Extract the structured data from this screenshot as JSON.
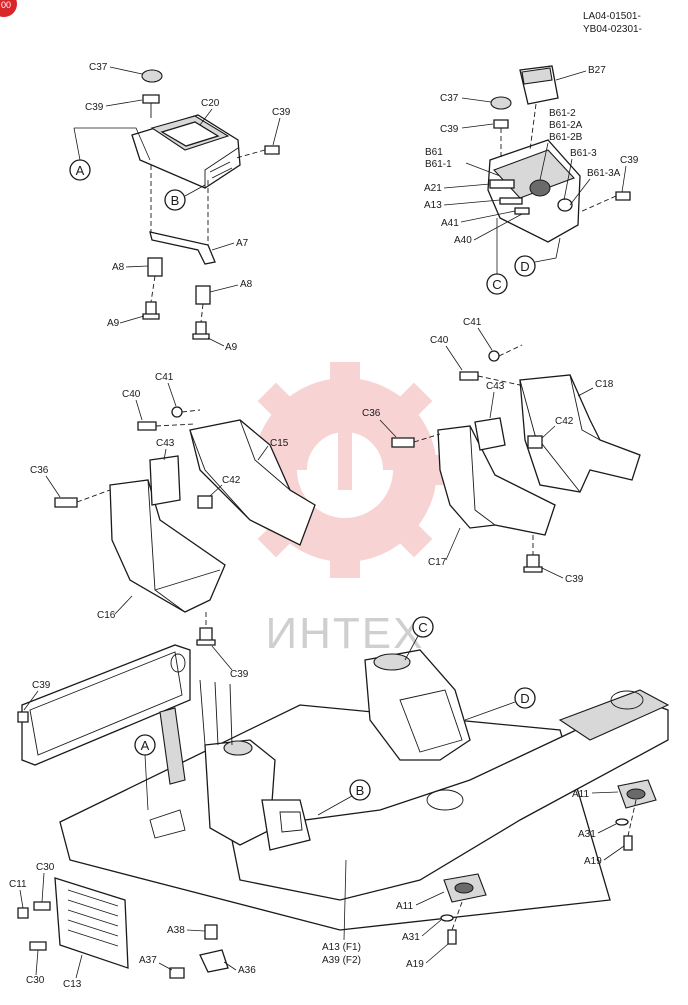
{
  "header": {
    "line1": "LA04-01501-",
    "line2": "YB04-02301-"
  },
  "watermark": {
    "text": "ИНТЕХ",
    "color": "#e23a3a"
  },
  "badge": {
    "text": "00",
    "color": "#d9262b"
  },
  "refs": {
    "A": "A",
    "B": "B",
    "C": "C",
    "D": "D"
  },
  "labels": {
    "C37": "C37",
    "C39": "C39",
    "C20": "C20",
    "A7": "A7",
    "A8": "A8",
    "A9": "A9",
    "B27": "B27",
    "B61_2": "B61-2",
    "B61_2A": "B61-2A",
    "B61_2B": "B61-2B",
    "B61": "B61",
    "B61_1": "B61-1",
    "B61_3": "B61-3",
    "B61_3A": "B61-3A",
    "A21": "A21",
    "A13": "A13",
    "A41": "A41",
    "A40": "A40",
    "C41": "C41",
    "C40": "C40",
    "C43": "C43",
    "C15": "C15",
    "C36": "C36",
    "C42": "C42",
    "C16": "C16",
    "C18": "C18",
    "C17": "C17",
    "A11": "A11",
    "A31": "A31",
    "A19": "A19",
    "C11": "C11",
    "C30": "C30",
    "C13": "C13",
    "A38": "A38",
    "A37": "A37",
    "A36": "A36",
    "A13F1": "A13 (F1)",
    "A39F2": "A39 (F2)"
  }
}
